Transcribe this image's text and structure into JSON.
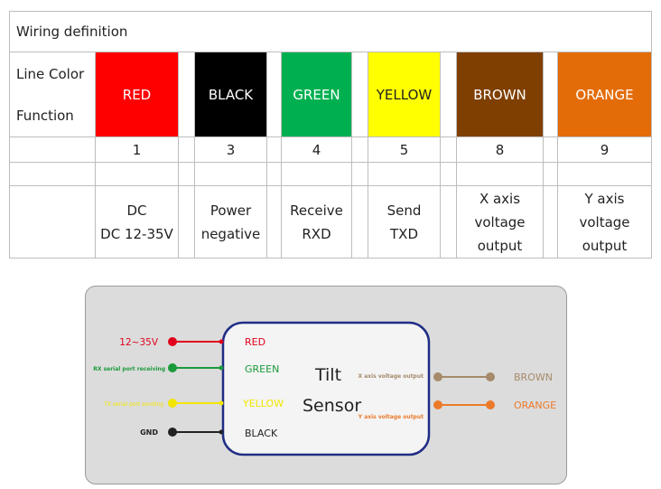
{
  "table": {
    "title": "Wiring definition",
    "row_label_color": "Line Color",
    "row_label_function": "Function",
    "columns": [
      {
        "color_name": "RED",
        "swatch": "#ff0000",
        "number": "1",
        "func": [
          "DC",
          "DC 12-35V"
        ]
      },
      {
        "color_name": "BLACK",
        "swatch": "#000000",
        "number": "3",
        "func": [
          "Power",
          "negative"
        ]
      },
      {
        "color_name": "GREEN",
        "swatch": "#00b050",
        "number": "4",
        "func": [
          "Receive",
          "RXD"
        ]
      },
      {
        "color_name": "YELLOW",
        "swatch": "#ffff00",
        "number": "5",
        "func": [
          "Send",
          "TXD"
        ]
      },
      {
        "color_name": "BROWN",
        "swatch": "#7f3f00",
        "number": "8",
        "func": [
          "X axis",
          "voltage",
          "output"
        ]
      },
      {
        "color_name": "ORANGE",
        "swatch": "#e36c09",
        "number": "9",
        "func": [
          "Y axis",
          "voltage",
          "output"
        ]
      }
    ]
  },
  "diagram": {
    "title_line1": "Tilt",
    "title_line2": "Sensor",
    "left": [
      {
        "label": "12~35V",
        "wire": "RED",
        "color": "#e0001b"
      },
      {
        "label": "RX serial port receiving",
        "wire": "GREEN",
        "color": "#1a9a3a"
      },
      {
        "label": "TX serial port sending",
        "wire": "YELLOW",
        "color": "#f2e600"
      },
      {
        "label": "GND",
        "wire": "BLACK",
        "color": "#222222"
      }
    ],
    "right": [
      {
        "label": "X axis voltage output",
        "wire": "BROWN",
        "color": "#a68a6a"
      },
      {
        "label": "Y axis voltage output",
        "wire": "ORANGE",
        "color": "#ec7a2a"
      }
    ],
    "box_border": "#1f2d86"
  }
}
